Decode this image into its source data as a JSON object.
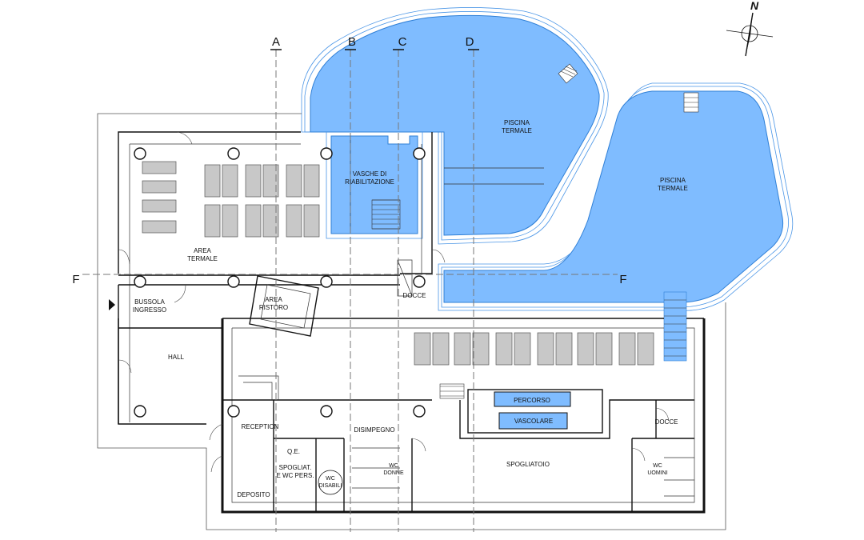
{
  "north_label": "N",
  "sections": [
    "A",
    "B",
    "C",
    "D",
    "F",
    "F"
  ],
  "rooms": {
    "pool_1": [
      "PISCINA",
      "TERMALE"
    ],
    "pool_2": [
      "PISCINA",
      "TERMALE"
    ],
    "vasche": [
      "VASCHE DI",
      "RIABILITAZIONE"
    ],
    "area_termale": [
      "AREA",
      "TERMALE"
    ],
    "bussola": [
      "BUSSOLA",
      "INGRESSO"
    ],
    "area_ristoro": [
      "AREA",
      "RISTORO"
    ],
    "docce_top": "DOCCE",
    "hall": "HALL",
    "reception": "RECEPTION",
    "disimpegno": "DISIMPEGNO",
    "percorso": "PERCORSO",
    "vascolare": "VASCOLARE",
    "qe": "Q.E.",
    "spogliat": [
      "SPOGLIAT.",
      "E WC PERS."
    ],
    "wc_disabili": [
      "WC",
      "DISABILI"
    ],
    "wc_donne": [
      "WC",
      "DONNE"
    ],
    "spogliatoio": "SPOGLIATOIO",
    "docce_right": "DOCCE",
    "wc_uomini": [
      "WC",
      "UOMINI"
    ],
    "deposito": "DEPOSITO"
  },
  "colors": {
    "water": "#7fbcff",
    "water_edge": "#2f7fd6",
    "bed": "#c8c8c8"
  }
}
